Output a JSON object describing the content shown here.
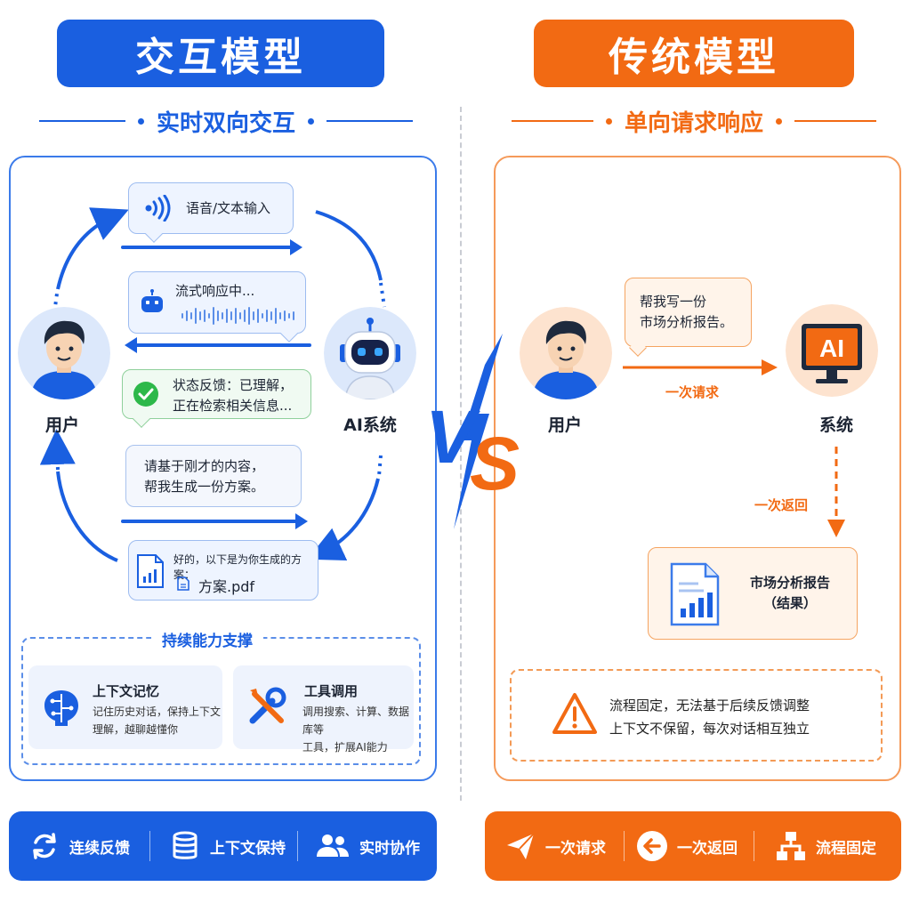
{
  "left": {
    "title": "交互模型",
    "subtitle": "实时双向交互",
    "user_label": "用户",
    "ai_label": "AI系统",
    "bubbles": {
      "voice_input": "语音/文本输入",
      "streaming": "流式响应中...",
      "status_line1": "状态反馈：已理解，",
      "status_line2": "正在检索相关信息...",
      "request_line1": "请基于刚才的内容，",
      "request_line2": "帮我生成一份方案。",
      "reply_line1": "好的，以下是为你生成的方案：",
      "reply_file": "方案.pdf"
    },
    "support": {
      "title": "持续能力支撑",
      "memory_title": "上下文记忆",
      "memory_line1": "记住历史对话，保持上下文",
      "memory_line2": "理解，越聊越懂你",
      "tool_title": "工具调用",
      "tool_line1": "调用搜索、计算、数据库等",
      "tool_line2": "工具，扩展AI能力"
    },
    "footer": [
      "连续反馈",
      "上下文保持",
      "实时协作"
    ]
  },
  "vs_label": "VS",
  "right": {
    "title": "传统模型",
    "subtitle": "单向请求响应",
    "user_label": "用户",
    "system_label": "系统",
    "ai_badge": "AI",
    "request_line1": "帮我写一份",
    "request_line2": "市场分析报告。",
    "once_request": "一次请求",
    "once_return": "一次返回",
    "result_line1": "市场分析报告",
    "result_line2": "（结果）",
    "warn_line1": "流程固定，无法基于后续反馈调整",
    "warn_line2": "上下文不保留，每次对话相互独立",
    "footer": [
      "一次请求",
      "一次返回",
      "流程固定"
    ]
  },
  "colors": {
    "blue": "#1a5fe0",
    "orange": "#f26a13",
    "green": "#2db84a"
  }
}
